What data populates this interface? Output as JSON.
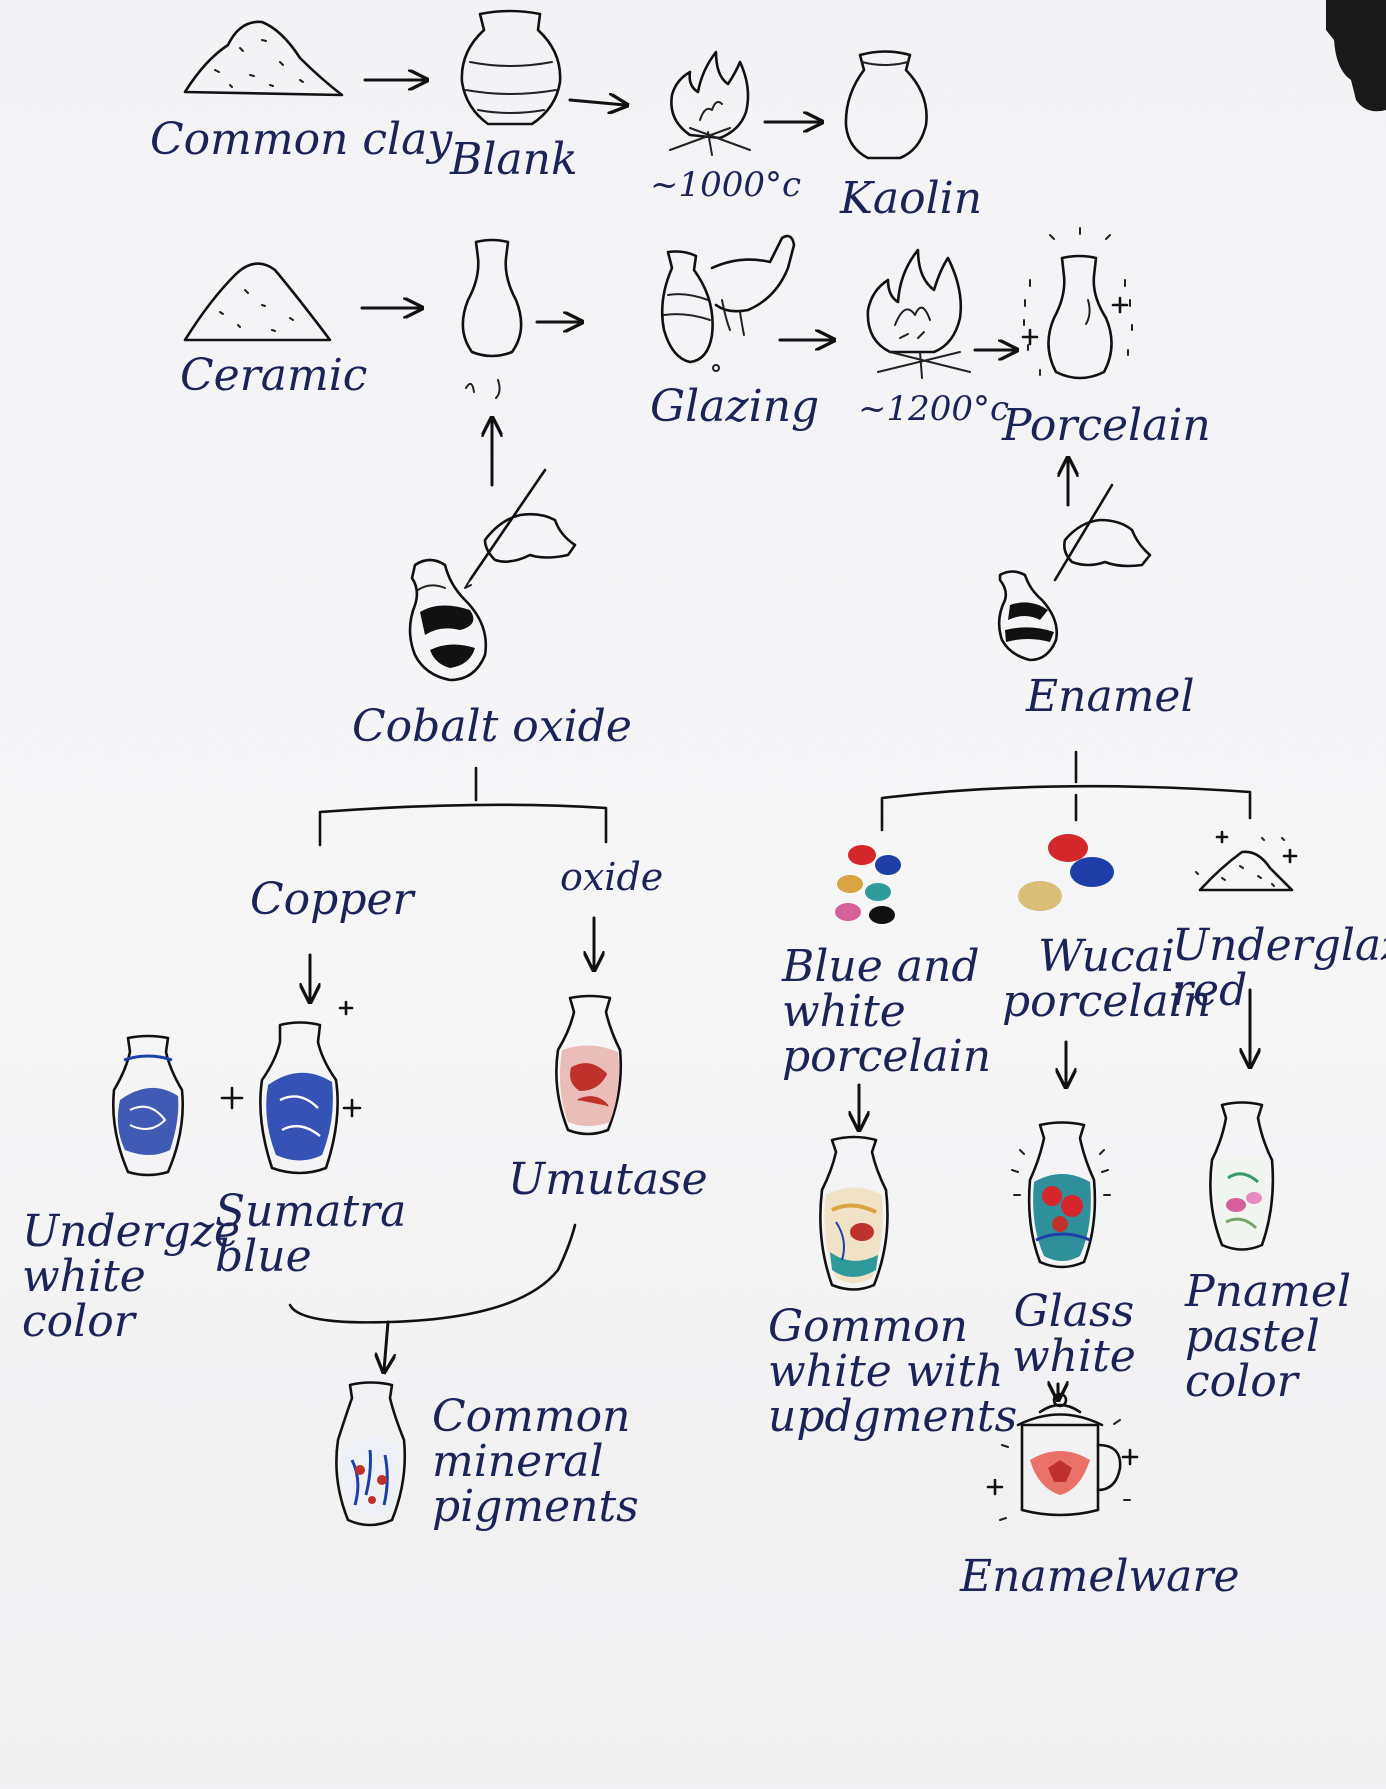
{
  "labels": {
    "common_clay": "Common clay",
    "blank": "Blank",
    "temp_1000": "~1000°c",
    "kaolin": "Kaolin",
    "ceramic": "Ceramic",
    "glazing": "Glazing",
    "temp_1200": "~1200°c",
    "porcelain": "Porcelain",
    "cobalt_oxide": "Cobalt oxide",
    "enamel": "Enamel",
    "copper": "Copper",
    "oxide": "oxide",
    "underglaze_white_color": "Undergze\nwhite\ncolor",
    "sumatra_blue": "Sumatra\nblue",
    "umutase": "Umutase",
    "common_mineral_pigments": "Common\nmineral\npigments",
    "blue_and_white_porcelain": "Blue and\nwhite\nporcelain",
    "wucai_porcelain": "Wucai\nporcelain",
    "underglaze_red": "Underglaze\nred",
    "gommon_white_with_updgments": "Gommon\nwhite with\nupdgments",
    "glass_white": "Glass\nwhite",
    "pnamel_pastel_color": "Pnamel\npastel\ncolor",
    "enamelware": "Enamelware"
  },
  "icons": [
    "clay-pile-icon",
    "jar-icon",
    "fire-icon",
    "kaolin-jar-icon",
    "vase-icon",
    "glaze-pour-icon",
    "sparkle-vase-icon",
    "brush-hand-icon",
    "painted-vase-icon",
    "pigment-dots-icon",
    "powder-pile-icon",
    "blue-vase-icon",
    "red-vase-icon",
    "colorful-vase-icon",
    "enamel-mug-icon"
  ],
  "colors": {
    "ink": "#1c2358",
    "line": "#111111",
    "cobalt_blue": "#1f3fa8",
    "copper_red": "#c0312b",
    "teal": "#2f9a9a",
    "gold": "#d9a441",
    "pink": "#d6609a"
  }
}
